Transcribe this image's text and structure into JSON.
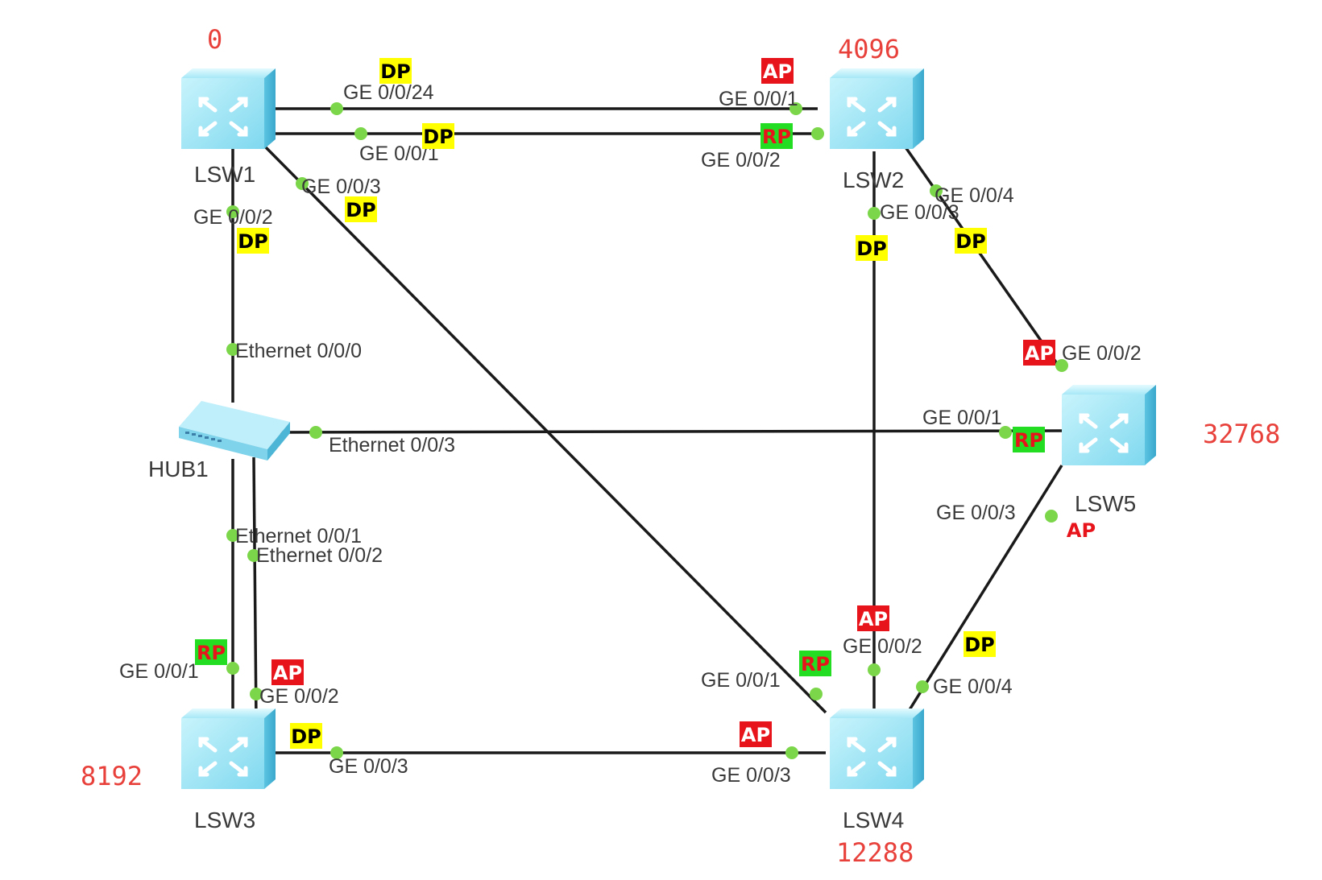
{
  "colors": {
    "dp_bg": "#ffff00",
    "dp_fg": "#000000",
    "ap_bg": "#e8141c",
    "ap_fg": "#ffffff",
    "rp_bg": "#22dd22",
    "rp_fg": "#e8141c",
    "plain_ap_fg": "#e8141c",
    "priority": "#e8403a",
    "switch_body": "#8fe3f5",
    "link": "#1a1a1a",
    "port_dot": "#7cd64a"
  },
  "devices": {
    "lsw1": {
      "name": "LSW1",
      "priority": "0",
      "icon": "switch-icon"
    },
    "lsw2": {
      "name": "LSW2",
      "priority": "4096",
      "icon": "switch-icon"
    },
    "lsw3": {
      "name": "LSW3",
      "priority": "8192",
      "icon": "switch-icon"
    },
    "lsw4": {
      "name": "LSW4",
      "priority": "12288",
      "icon": "switch-icon"
    },
    "lsw5": {
      "name": "LSW5",
      "priority": "32768",
      "icon": "switch-icon"
    },
    "hub1": {
      "name": "HUB1",
      "icon": "hub-icon"
    }
  },
  "ports": {
    "lsw1_g24": "GE 0/0/24",
    "lsw1_g1": "GE 0/0/1",
    "lsw1_g3": "GE 0/0/3",
    "lsw1_g2": "GE 0/0/2",
    "lsw2_g1": "GE 0/0/1",
    "lsw2_g2": "GE 0/0/2",
    "lsw2_g3": "GE 0/0/3",
    "lsw2_g4": "GE 0/0/4",
    "lsw5_g2": "GE 0/0/2",
    "lsw5_g1": "GE 0/0/1",
    "lsw5_g3": "GE 0/0/3",
    "hub_e0": "Ethernet 0/0/0",
    "hub_e3": "Ethernet 0/0/3",
    "hub_e1": "Ethernet 0/0/1",
    "hub_e2": "Ethernet 0/0/2",
    "lsw3_g1": "GE 0/0/1",
    "lsw3_g2": "GE 0/0/2",
    "lsw3_g3": "GE 0/0/3",
    "lsw4_g1": "GE 0/0/1",
    "lsw4_g2": "GE 0/0/2",
    "lsw4_g3": "GE 0/0/3",
    "lsw4_g4": "GE 0/0/4"
  },
  "roles": {
    "lsw1_g24": "DP",
    "lsw1_g1": "DP",
    "lsw1_g3": "DP",
    "lsw1_g2": "DP",
    "lsw2_g1": "AP",
    "lsw2_g2": "RP",
    "lsw2_g3": "DP",
    "lsw2_g4": "DP",
    "lsw5_g2": "AP",
    "lsw5_g1": "RP",
    "lsw5_g3": "AP",
    "lsw3_g1": "RP",
    "lsw3_g2": "AP",
    "lsw3_g3": "DP",
    "lsw4_g1": "RP",
    "lsw4_g2": "AP",
    "lsw4_g3": "AP",
    "lsw4_g4": "DP"
  }
}
